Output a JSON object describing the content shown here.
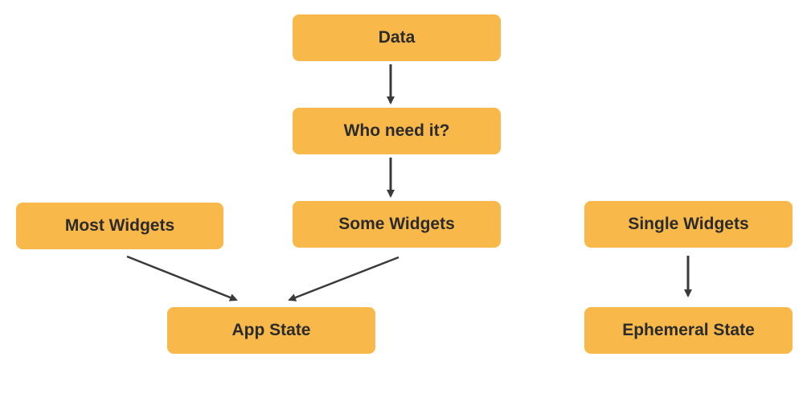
{
  "colors": {
    "node_fill": "#f9b84a",
    "node_text": "#2b2b2b",
    "arrow": "#3a3a3a",
    "background": "#ffffff"
  },
  "nodes": {
    "data": "Data",
    "who_need_it": "Who need it?",
    "most_widgets": "Most Widgets",
    "some_widgets": "Some Widgets",
    "single_widgets": "Single Widgets",
    "app_state": "App State",
    "ephemeral_state": "Ephemeral State"
  },
  "edges": [
    {
      "from": "data",
      "to": "who_need_it"
    },
    {
      "from": "who_need_it",
      "to": "some_widgets"
    },
    {
      "from": "most_widgets",
      "to": "app_state"
    },
    {
      "from": "some_widgets",
      "to": "app_state"
    },
    {
      "from": "single_widgets",
      "to": "ephemeral_state"
    }
  ]
}
